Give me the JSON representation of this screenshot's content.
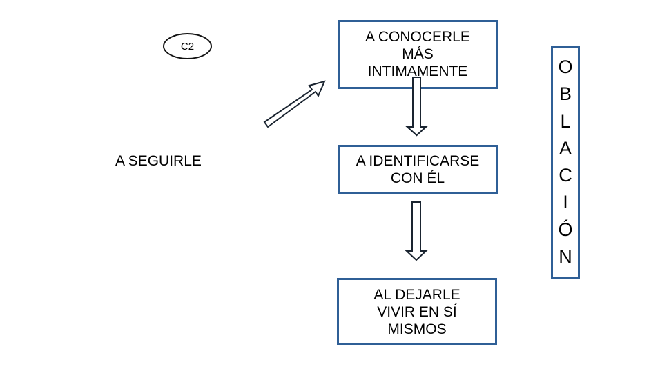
{
  "oval": {
    "label": "C2"
  },
  "left_label": "A SEGUIRLE",
  "boxes": [
    {
      "text": "A CONOCERLE\nMÁS\nINTIMAMENTE"
    },
    {
      "text": "A IDENTIFICARSE\nCON ÉL"
    },
    {
      "text": "AL DEJARLE\nVIVIR EN SÍ\nMISMOS"
    }
  ],
  "vertical_box": {
    "letters": [
      "O",
      "B",
      "L",
      "A",
      "C",
      "I",
      "Ó",
      "N"
    ]
  },
  "colors": {
    "box_border": "#2f5f96",
    "arrow_stroke": "#1a2430"
  }
}
